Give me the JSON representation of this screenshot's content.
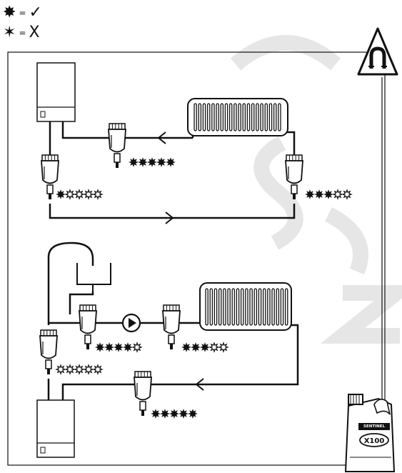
{
  "legend": {
    "filled_meaning": "✓",
    "empty_meaning": "X",
    "equals": "="
  },
  "warning_sign": {
    "icon": "magnet-warning-icon"
  },
  "product": {
    "brand": "SENTINEL",
    "model": "X100"
  },
  "systems": {
    "top": {
      "direction_arrows": [
        "left",
        "right"
      ],
      "filters": [
        {
          "position": "return-before-boiler-ascending",
          "rating": 1,
          "max": 5
        },
        {
          "position": "after-radiator",
          "rating": 3,
          "max": 5
        },
        {
          "position": "boiler-return-vertical",
          "rating": 5,
          "max": 5
        }
      ]
    },
    "bottom": {
      "direction_arrows": [
        "left"
      ],
      "filters": [
        {
          "position": "boiler-flow",
          "rating": 0,
          "max": 5
        },
        {
          "position": "before-pump",
          "rating": 4,
          "max": 5
        },
        {
          "position": "after-pump",
          "rating": 3,
          "max": 5
        },
        {
          "position": "return",
          "rating": 5,
          "max": 5
        }
      ]
    }
  },
  "colors": {
    "stroke": "#111111",
    "star_fill": "#111111",
    "background": "#ffffff",
    "watermark": "#dddddd"
  }
}
